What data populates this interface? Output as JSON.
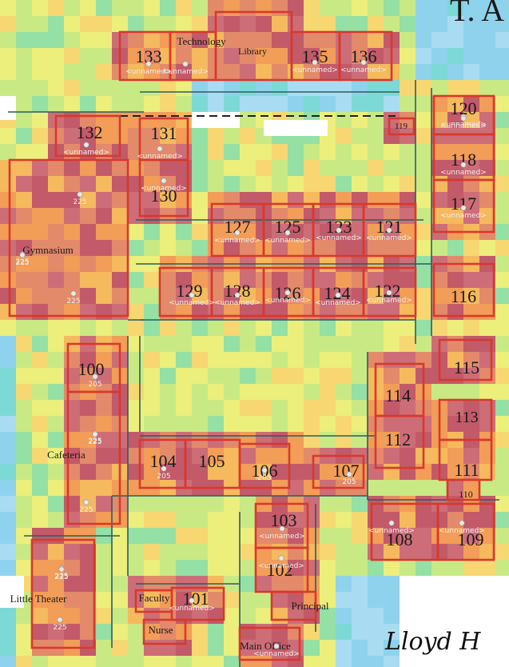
{
  "header": {
    "corner_text": "T. A"
  },
  "signature": "Lloyd H",
  "colors": {
    "room_outline": "#d73a2c",
    "wall": "#2b5d5f",
    "heat_high": "#c25a6a",
    "heat_mid": "#f2a25c",
    "heat_low": "#9fd6f2",
    "unnamed_label": "#eeeeee"
  },
  "rooms": [
    {
      "id": "r133",
      "number": "133",
      "sub": "<unnamed>"
    },
    {
      "id": "rtech",
      "number": "",
      "name": "Technology",
      "sub": "<unnamed>"
    },
    {
      "id": "rlib",
      "number": "",
      "name": "Library"
    },
    {
      "id": "r135",
      "number": "135",
      "sub": "<unnamed>"
    },
    {
      "id": "r136",
      "number": "136",
      "sub": "<unnamed>"
    },
    {
      "id": "r120",
      "number": "120",
      "sub": "<unnamed>"
    },
    {
      "id": "r119",
      "number": "119"
    },
    {
      "id": "r132",
      "number": "132",
      "sub": "<unnamed>"
    },
    {
      "id": "r131",
      "number": "131"
    },
    {
      "id": "r118",
      "number": "118"
    },
    {
      "id": "r130",
      "number": "130",
      "sub": "<unnamed>"
    },
    {
      "id": "rgym",
      "number": "",
      "name": "Gymnasium",
      "sub": "225"
    },
    {
      "id": "r117",
      "number": "117",
      "sub": "<unnamed>"
    },
    {
      "id": "r127",
      "number": "127",
      "sub": "<unnamed>"
    },
    {
      "id": "r125",
      "number": "125",
      "sub": "<unnamed>"
    },
    {
      "id": "r123",
      "number": "123",
      "sub": "<unnamed>"
    },
    {
      "id": "r121",
      "number": "121",
      "sub": "<unnamed>"
    },
    {
      "id": "r129",
      "number": "129",
      "sub": "<unnamed>"
    },
    {
      "id": "r128",
      "number": "128",
      "sub": "<unnamed>"
    },
    {
      "id": "r126",
      "number": "126",
      "sub": "<unnamed>"
    },
    {
      "id": "r124",
      "number": "124",
      "sub": "<unnamed>"
    },
    {
      "id": "r122",
      "number": "122",
      "sub": "<unnamed>"
    },
    {
      "id": "r116",
      "number": "116"
    },
    {
      "id": "r100",
      "number": "100",
      "sub": "205"
    },
    {
      "id": "r115",
      "number": "115"
    },
    {
      "id": "r114",
      "number": "114"
    },
    {
      "id": "r113",
      "number": "113"
    },
    {
      "id": "r112",
      "number": "112"
    },
    {
      "id": "rcaf",
      "number": "",
      "name": "Cafeteria",
      "sub": "225"
    },
    {
      "id": "r111",
      "number": "111"
    },
    {
      "id": "r104",
      "number": "104",
      "sub": "205"
    },
    {
      "id": "r105",
      "number": "105"
    },
    {
      "id": "r106",
      "number": "106",
      "sub": "205"
    },
    {
      "id": "r107",
      "number": "107",
      "sub": "205"
    },
    {
      "id": "r110",
      "number": "110"
    },
    {
      "id": "r103",
      "number": "103",
      "sub": "<unnamed>"
    },
    {
      "id": "r108",
      "number": "108",
      "sub": "<unnamed>"
    },
    {
      "id": "r109",
      "number": "109",
      "sub": "<unnamed>"
    },
    {
      "id": "r102",
      "number": "102",
      "sub": "<unnamed>"
    },
    {
      "id": "rtheater",
      "number": "",
      "name": "Little Theater",
      "sub": "225"
    },
    {
      "id": "r101",
      "number": "101",
      "sub": "<unnamed>"
    },
    {
      "id": "rfaculty",
      "number": "",
      "name": "Faculty"
    },
    {
      "id": "rprincipal",
      "number": "",
      "name": "Principal"
    },
    {
      "id": "rnurse",
      "number": "",
      "name": "Nurse"
    },
    {
      "id": "rmain",
      "number": "",
      "name": "Main Office",
      "sub": "<unnamed>"
    }
  ],
  "extra_labels": {
    "gym_225_a": "225",
    "gym_225_b": "225",
    "gym_225_c": "225",
    "caf_225_a": "225",
    "caf_225_b": "225",
    "theater_225_a": "225",
    "theater_225_b": "225",
    "ap_132": "<unnamed>",
    "ap_131": "<unnamed>",
    "ap_120": "<unnamed>",
    "ap_118": "<unnamed>"
  }
}
